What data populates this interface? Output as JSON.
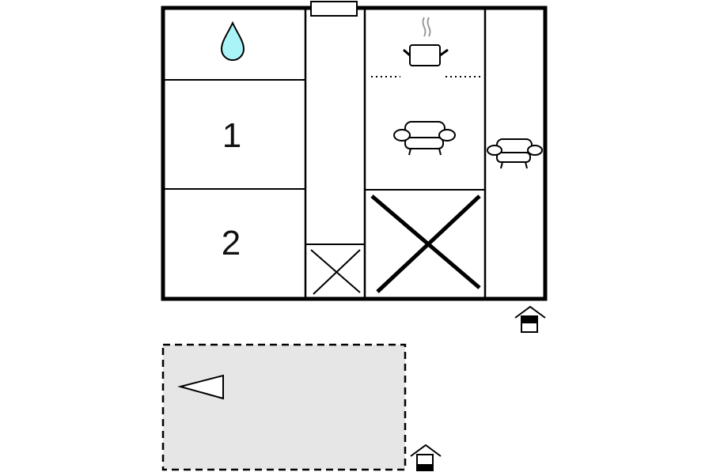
{
  "floorplan": {
    "rooms": [
      {
        "id": "bathroom",
        "icon": "water-drop-icon"
      },
      {
        "id": "bedroom-1",
        "label": "1"
      },
      {
        "id": "bedroom-2",
        "label": "2"
      },
      {
        "id": "hallway"
      },
      {
        "id": "kitchen",
        "icon": "cooking-pot-icon"
      },
      {
        "id": "living-room",
        "icon": "armchair-icon"
      },
      {
        "id": "side-room",
        "icon": "armchair-icon"
      },
      {
        "id": "storage-small",
        "icon": "cross-icon"
      },
      {
        "id": "storage-large",
        "icon": "cross-icon"
      }
    ],
    "outdoor_area": {
      "style": "dashed",
      "fill": "#e6e6e6",
      "icon": "direction-triangle-icon"
    },
    "entrances": [
      {
        "icon": "entrance-icon"
      },
      {
        "icon": "entrance-icon"
      }
    ],
    "colors": {
      "wall": "#000000",
      "water": "#aaf4f8",
      "terrace": "#e6e6e6",
      "steam": "#999999"
    }
  }
}
